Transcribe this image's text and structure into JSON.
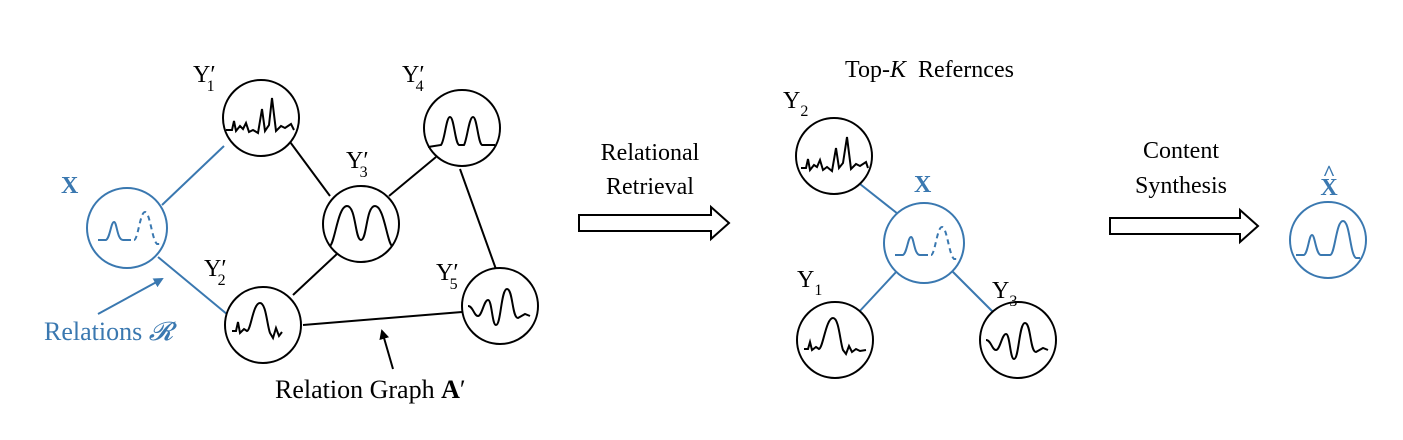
{
  "colors": {
    "blue": "#3a78b0",
    "black": "#000000"
  },
  "left_graph": {
    "query": {
      "label": "X"
    },
    "nodes": [
      {
        "id": "Y1p",
        "base": "Y",
        "sub": "1",
        "prime": "′",
        "wave": "two-peak-noisy"
      },
      {
        "id": "Y2p",
        "base": "Y",
        "sub": "2",
        "prime": "′",
        "wave": "one-peak-noisy"
      },
      {
        "id": "Y3p",
        "base": "Y",
        "sub": "3",
        "prime": "′",
        "wave": "double-hump"
      },
      {
        "id": "Y4p",
        "base": "Y",
        "sub": "4",
        "prime": "′",
        "wave": "two-peak"
      },
      {
        "id": "Y5p",
        "base": "Y",
        "sub": "5",
        "prime": "′",
        "wave": "wave"
      }
    ],
    "relations_label": {
      "text": "Relations ",
      "symbol": "𝓡"
    },
    "graph_label": {
      "text": "Relation Graph ",
      "symbol": "A",
      "prime": "′"
    }
  },
  "step1": {
    "line1": "Relational",
    "line2": "Retrieval"
  },
  "topk": {
    "title_pre": "Top-",
    "title_k": "K",
    "title_post": "  Refernces",
    "query": {
      "label": "X"
    },
    "nodes": [
      {
        "id": "Y2",
        "base": "Y",
        "sub": "2"
      },
      {
        "id": "Y1",
        "base": "Y",
        "sub": "1"
      },
      {
        "id": "Y3",
        "base": "Y",
        "sub": "3"
      }
    ]
  },
  "step2": {
    "line1": "Content",
    "line2": "Synthesis"
  },
  "output": {
    "label": "X",
    "accent": "^"
  }
}
